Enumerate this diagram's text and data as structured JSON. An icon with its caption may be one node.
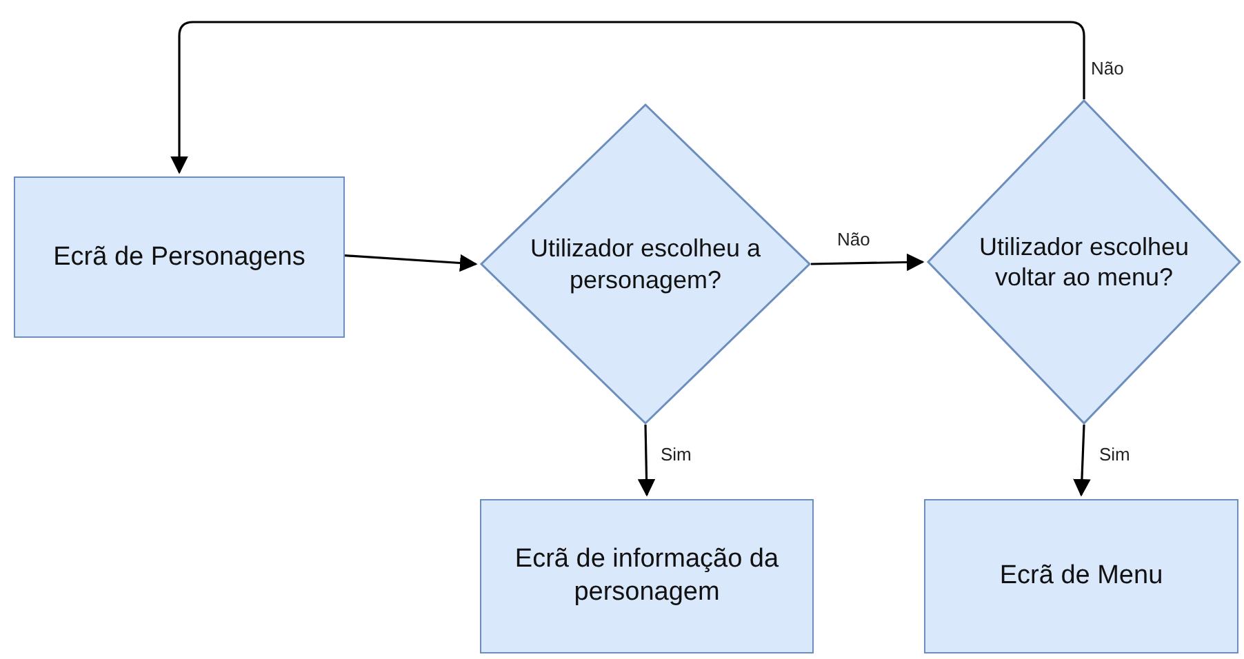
{
  "diagram": {
    "nodes": [
      {
        "text": [
          "Ecrã de Personagens"
        ]
      },
      {
        "text": [
          "Utilizador escolheu a personagem?"
        ]
      },
      {
        "text": [
          "Utilizador escolheu voltar ao menu?"
        ]
      },
      {
        "text": [
          "Ecrã de informação da personagem"
        ]
      },
      {
        "text": [
          "Ecrã de Menu"
        ]
      }
    ],
    "edges": [
      {
        "from": 0,
        "to": 1,
        "arrow": "to"
      },
      {
        "from": 1,
        "to": 2,
        "arrow": "to",
        "label": "Não"
      },
      {
        "from": 1,
        "to": 3,
        "arrow": "to",
        "label": "Sim"
      },
      {
        "from": 2,
        "to": 4,
        "arrow": "to",
        "label": "Sim"
      },
      {
        "from": 2,
        "to": 0,
        "arrow": "to",
        "label": "Não"
      }
    ]
  }
}
